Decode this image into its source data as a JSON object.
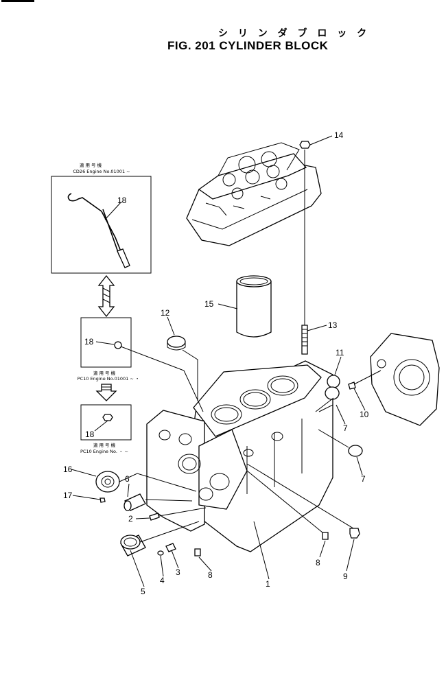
{
  "title": {
    "japanese": "シ リ ン ダ ブ ロ ッ ク",
    "english": "FIG. 201 CYLINDER BLOCK"
  },
  "notes": {
    "top_box_caption_jp": "適 用 号 機",
    "top_box_caption_en": "CD26 Engine No.01001 ~",
    "mid_box_caption_jp": "適 用 号 機",
    "mid_box_caption_en": "PC10 Engine No.01001 ~ ・",
    "bottom_box_caption_jp": "適 用 号 機",
    "bottom_box_caption_en": "PC10 Engine No.  ・  ~"
  },
  "callouts": [
    "1",
    "2",
    "3",
    "4",
    "5",
    "6",
    "7",
    "7",
    "8",
    "8",
    "9",
    "10",
    "11",
    "12",
    "13",
    "14",
    "15",
    "16",
    "17",
    "18",
    "18",
    "18"
  ]
}
